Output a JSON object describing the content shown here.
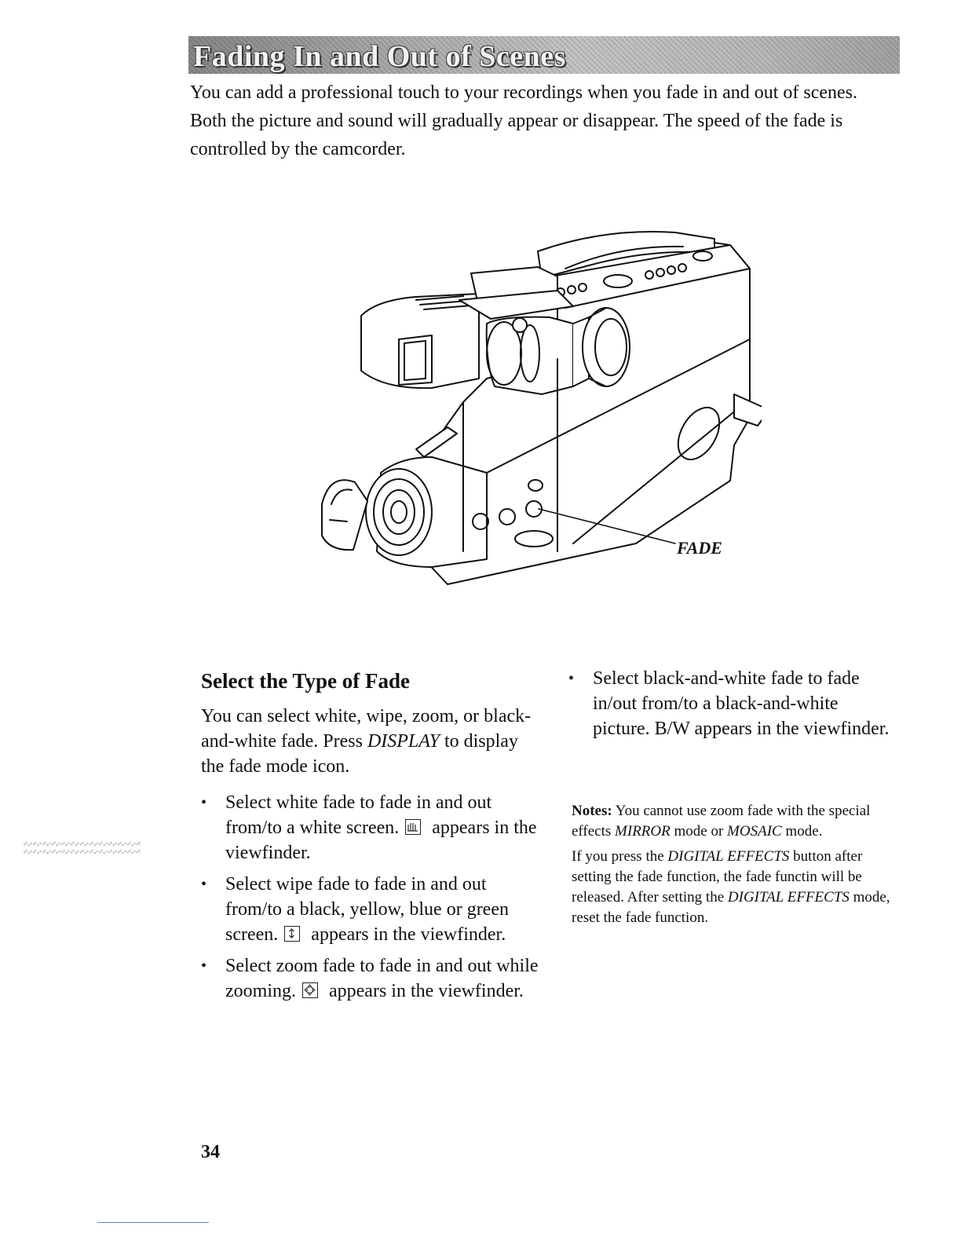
{
  "page": {
    "title": "Fading In and Out of Scenes",
    "intro": "You can add a professional touch to your recordings when you fade in and out of scenes. Both the picture and sound will gradually appear or disappear. The speed of the fade is controlled by the camcorder."
  },
  "illustration": {
    "callout_label": "FADE"
  },
  "section": {
    "title": "Select the Type of Fade",
    "intro_part1": "You can select white, wipe, zoom, or black-and-white fade. Press ",
    "intro_em": "DISPLAY",
    "intro_part2": " to display the fade mode icon.",
    "bullets": [
      {
        "before": "Select white fade to fade in and out from/to a white screen.",
        "after": "appears in the viewfinder.",
        "icon": "white-fade-icon"
      },
      {
        "before": "Select wipe fade to fade in and out from/to a black, yellow, blue or green screen.",
        "after": "appears in the viewfinder.",
        "icon": "wipe-fade-icon"
      },
      {
        "before": "Select zoom fade to fade in and out while zooming.",
        "after": "appears in the viewfinder.",
        "icon": "zoom-fade-icon"
      }
    ],
    "bw_bullet": "Select black-and-white fade to fade in/out from/to a black-and-white picture. B/W appears in the viewfinder."
  },
  "notes": {
    "label": "Notes:",
    "note1_part1": " You cannot use zoom fade with the special effects ",
    "note1_em1": "MIRROR",
    "note1_part2": " mode or ",
    "note1_em2": "MOSAIC",
    "note1_part3": " mode.",
    "note2_part1": "If you press the ",
    "note2_em1": "DIGITAL EFFECTS",
    "note2_part2": " button after setting the fade function, the fade functin will be released. After setting the ",
    "note2_em2": "DIGITAL EFFECTS",
    "note2_part3": " mode, reset the fade function."
  },
  "footer": {
    "page_number": "34"
  }
}
